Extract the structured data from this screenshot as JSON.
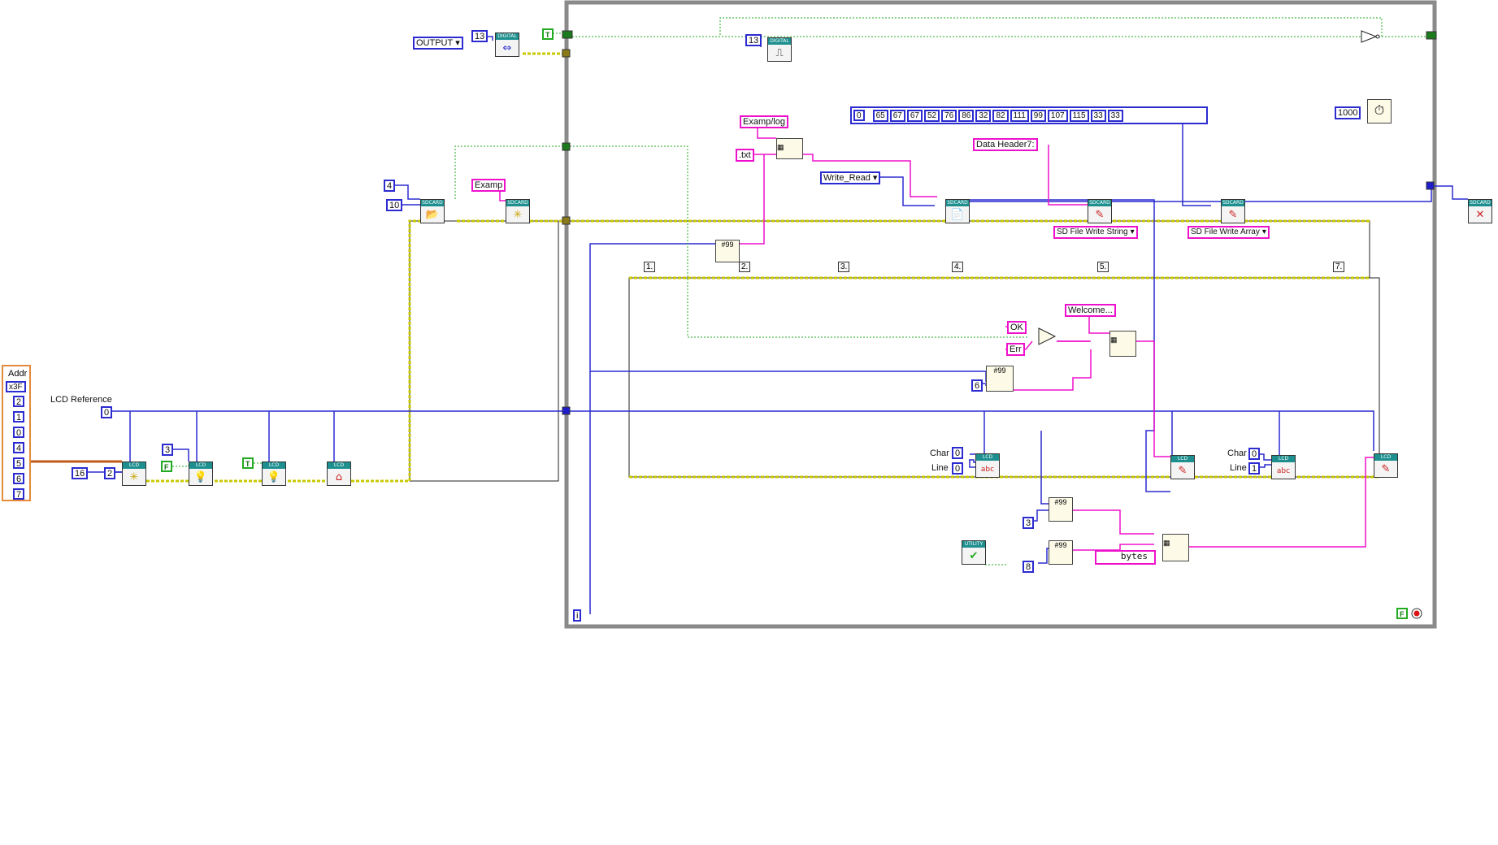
{
  "addr_cluster": {
    "title": "Addr",
    "first": "x3F",
    "items": [
      "2",
      "1",
      "0",
      "4",
      "5",
      "6",
      "7"
    ]
  },
  "labels": {
    "lcd_reference": "LCD Reference",
    "char": "Char",
    "line": "Line"
  },
  "constants": {
    "lcd_ref": "0",
    "n16": "16",
    "n2": "2",
    "n3": "3",
    "bool_f": "F",
    "bool_t": "T",
    "n4": "4",
    "n10": "10",
    "examp": "Examp",
    "output": "OUTPUT",
    "pin13_a": "13",
    "pin13_b": "13",
    "bool_t2": "T",
    "examp_log": "Examp/log",
    "txt": ".txt",
    "write_read": "Write_Read",
    "data_header": "Data Header7:",
    "sd_write_string": "SD File Write String",
    "sd_write_array": "SD File Write Array",
    "wait_ms": "1000",
    "ok": "OK",
    "err": "Err",
    "welcome": "Welcome...",
    "n6": "6",
    "char_a": "0",
    "line_a": "0",
    "char_b": "0",
    "line_b": "1",
    "n3b": "3",
    "n8": "8",
    "bytes": "bytes",
    "loop_i": "i",
    "stop_f": "F"
  },
  "array": {
    "index": "0",
    "values": [
      "65",
      "67",
      "67",
      "52",
      "76",
      "86",
      "32",
      "82",
      "111",
      "99",
      "107",
      "115",
      "33",
      "33"
    ]
  },
  "frames": [
    "1.",
    "2.",
    "3.",
    "4.",
    "5.",
    "7."
  ],
  "icon_headers": {
    "lcd": "LCD",
    "digital": "DIGITAL",
    "sdcard": "SDCARD",
    "utility": "UTILITY"
  },
  "colors": {
    "numeric_wire": "#2b2bd0",
    "string_wire": "#ee11cc",
    "boolean_wire": "#22aa22",
    "error_wire": "#c8c800",
    "cluster_wire": "#c05a1a",
    "loop_border": "#8a8a8a",
    "icon_header": "#1d8f8f"
  }
}
